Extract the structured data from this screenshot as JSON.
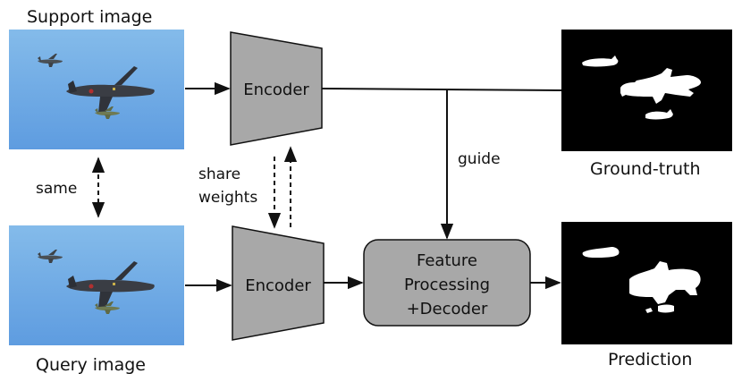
{
  "labels": {
    "support_image": "Support image",
    "query_image": "Query image",
    "ground_truth": "Ground-truth",
    "prediction": "Prediction",
    "same": "same",
    "share_line1": "share",
    "share_line2": "weights",
    "guide": "guide"
  },
  "blocks": {
    "encoder_top": "Encoder",
    "encoder_bottom": "Encoder",
    "processing_line1": "Feature",
    "processing_line2": "Processing",
    "processing_line3": "+Decoder"
  },
  "colors": {
    "sky_top": "#7fb6e8",
    "sky_bottom": "#5d9be0",
    "block_fill": "#a8a8a8",
    "stroke": "#111111",
    "mask_bg": "#000000",
    "mask_fg": "#ffffff"
  }
}
